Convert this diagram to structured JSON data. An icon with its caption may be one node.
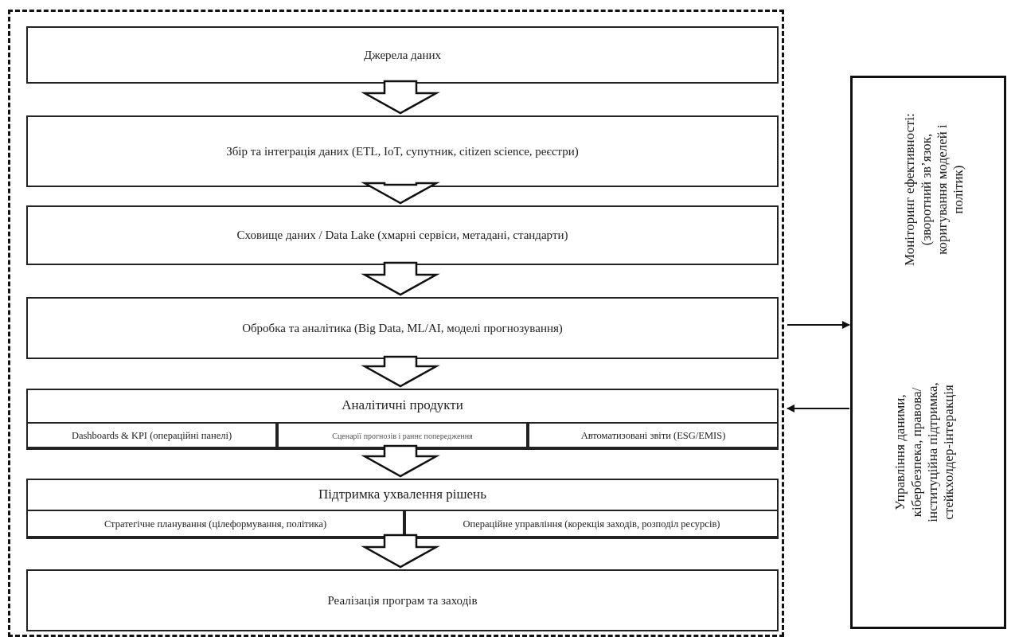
{
  "diagram": {
    "nodes": [
      {
        "text": [],
        "shape": "box"
      },
      {
        "text": [
          "Джерела даних"
        ],
        "in": 0
      },
      {
        "text": [
          "Збір та інтеграція даних (ETL, IoT, супутник, citizen science, реєстри)"
        ],
        "in": 0
      },
      {
        "text": [
          "Сховище даних / Data Lake (хмарні сервіси, метадані, стандарти)"
        ],
        "in": 0
      },
      {
        "text": [
          "Обробка та аналітика (Big Data, ML/AI, моделі прогнозування)"
        ],
        "in": 0
      },
      {
        "text": [
          "Аналітичні продукти"
        ],
        "in": 0
      },
      {
        "text": [
          "Dashboards & KPI (операційні панелі)"
        ],
        "in": 5
      },
      {
        "text": [
          "Сценарії прогнозів і раннє попередження"
        ],
        "in": 5
      },
      {
        "text": [
          "Автоматизовані звіти (ESG/EMIS)"
        ],
        "in": 5
      },
      {
        "text": [
          "Підтримка ухвалення рішень"
        ],
        "in": 0
      },
      {
        "text": [
          "Стратегічне планування (цілеформування, політика)"
        ],
        "in": 9
      },
      {
        "text": [
          "Операційне управління (корекція заходів, розподіл ресурсів)"
        ],
        "in": 9
      },
      {
        "text": [
          "Реалізація програм та заходів"
        ],
        "in": 0
      },
      {
        "text": [
          "Моніторинг ефективності: (зворотний зв’язок, коригування моделей і політик)",
          "Управління даними, кібербезпека, правова/інституційна підтримка, стейкхолдер-інтеракція"
        ]
      }
    ],
    "edges": [
      {
        "from": 1,
        "to": 2,
        "arrow": "to"
      },
      {
        "from": 2,
        "to": 3,
        "arrow": "to"
      },
      {
        "from": 3,
        "to": 4,
        "arrow": "to"
      },
      {
        "from": 4,
        "to": 5,
        "arrow": "to"
      },
      {
        "from": 5,
        "to": 9,
        "arrow": "to"
      },
      {
        "from": 9,
        "to": 12,
        "arrow": "to"
      },
      {
        "from": 0,
        "to": 13,
        "arrow": "to"
      },
      {
        "from": 13,
        "to": 0,
        "arrow": "to"
      }
    ]
  }
}
